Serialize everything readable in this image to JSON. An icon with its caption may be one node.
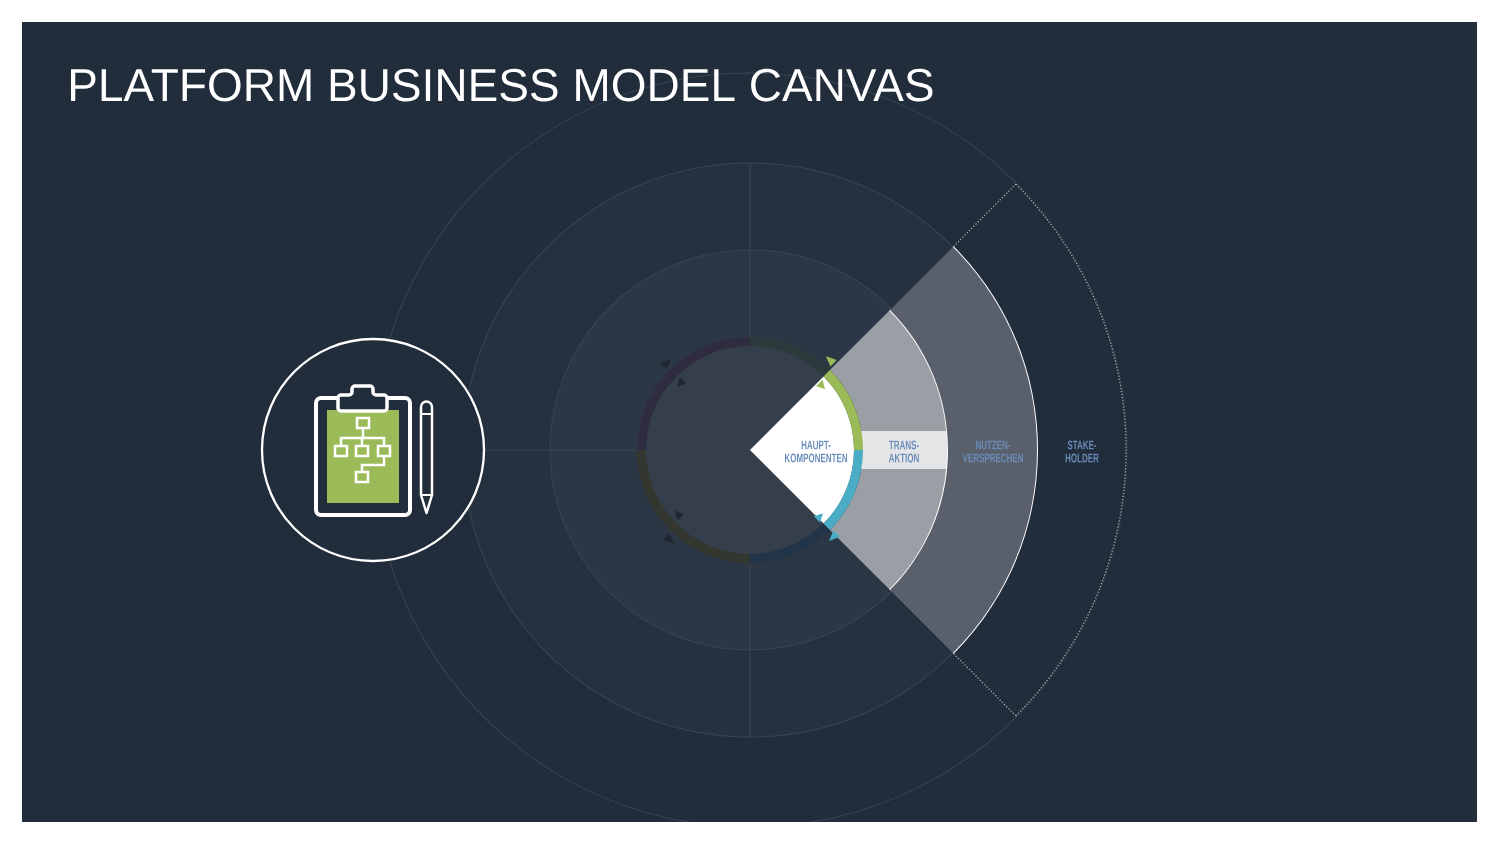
{
  "diagram": {
    "title": "PLATFORM BUSINESS MODEL CANVAS",
    "nodes": [
      {
        "text": [
          "HAUPT- KOMPONENTEN"
        ]
      },
      {
        "text": [
          "TRANS- AKTION"
        ]
      },
      {
        "text": [
          "NUTZEN- VERSPRECHEN"
        ]
      },
      {
        "text": [
          "STAKE- HOLDER"
        ]
      }
    ]
  }
}
